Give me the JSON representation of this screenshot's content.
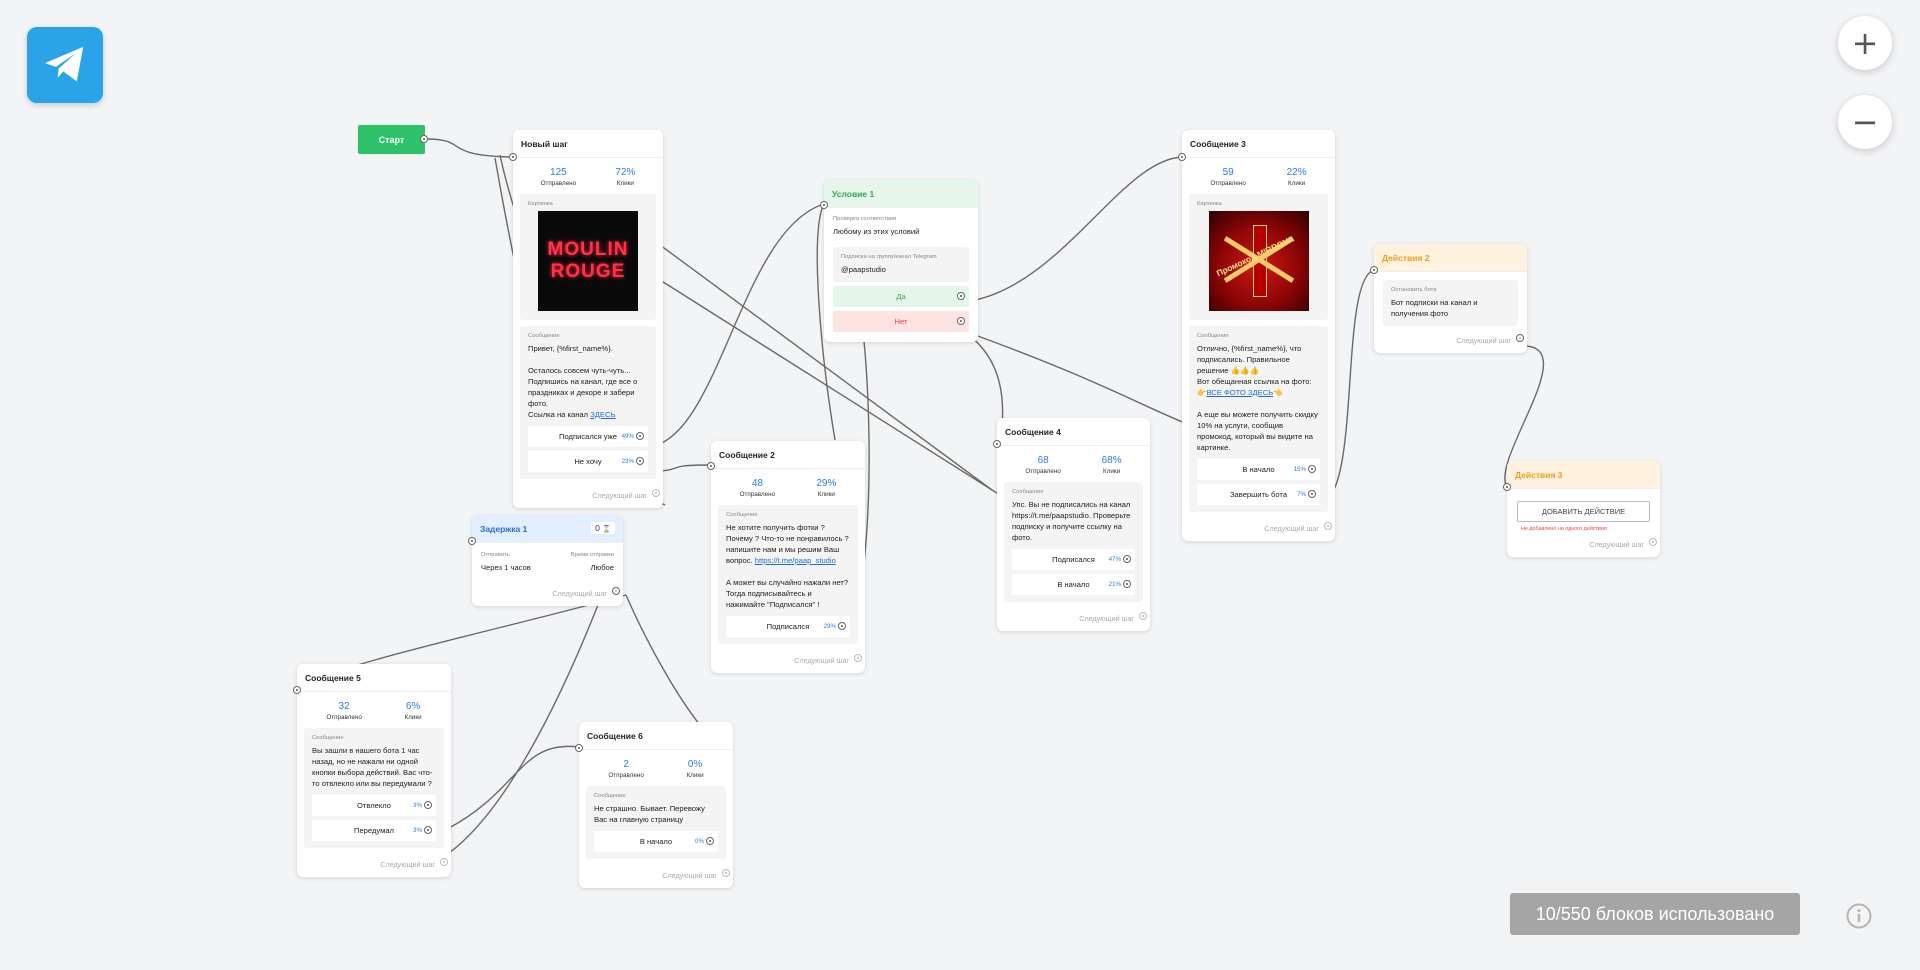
{
  "usage_text": "10/550 блоков использовано",
  "start": {
    "label": "Старт"
  },
  "common": {
    "sent": "Отправлено",
    "clicks": "Клики",
    "message": "Сообщение",
    "picture": "Картинка",
    "next_step": "Следующий шаг"
  },
  "icons": {
    "app": "telegram-icon",
    "zoom_in": "plus-icon",
    "zoom_out": "minus-icon",
    "info": "info-icon",
    "delay": "hourglass-icon"
  },
  "colors": {
    "accent": "#2d7de0",
    "telegram": "#2aa3e8",
    "start": "#2ec26b",
    "condition_head": "#2fa94a",
    "delay_head": "#2670d8",
    "action_head": "#ef9c1a",
    "no": "#e14444"
  },
  "nodes": {
    "new_step": {
      "title": "Новый шаг",
      "sent": "125",
      "clicks": "72%",
      "image_text": [
        "MOULIN",
        "ROUGE"
      ],
      "message_lines": [
        "Привет, {%first_name%}.",
        "",
        "Осталось совсем чуть-чуть...",
        "Подпишись на канал, где все о праздниках и декоре и забери фото."
      ],
      "message_link_prefix": "Ссылка на канал ",
      "message_link": "ЗДЕСЬ",
      "buttons": [
        {
          "label": "Подписался уже",
          "pct": "49%"
        },
        {
          "label": "Не хочу",
          "pct": "23%"
        }
      ]
    },
    "delay1": {
      "title": "Задержка 1",
      "badge": "0",
      "send_label": "Отправить",
      "send_value": "Через 1 часов",
      "time_label": "Время отправки",
      "time_value": "Любое"
    },
    "condition1": {
      "title": "Условие 1",
      "check_label": "Проверка соответствия",
      "check_value": "Любому из этих условий",
      "sub_label": "Подписка на группу/канал Telegram",
      "sub_value": "@paapstudio",
      "yes": "Да",
      "no": "Нет"
    },
    "msg2": {
      "title": "Сообщение 2",
      "sent": "48",
      "clicks": "29%",
      "message_p1": "Не хотите получить фотки ? Почему ? Что-то не понравилось ? напишите нам и мы решим Ваш вопрос. ",
      "message_link": "https://t.me/paap_studio",
      "message_p2": "А может вы случайно нажали нет? Тогда подписывайтесь и нажимайте \"Подписался\" !",
      "buttons": [
        {
          "label": "Подписался",
          "pct": "29%"
        }
      ]
    },
    "msg3": {
      "title": "Сообщение 3",
      "sent": "59",
      "clicks": "22%",
      "image_text": "Промокод MIRROVA",
      "message_p1": "Отлично, {%first_name%}, что подписались. Правильное решение 👍👍👍",
      "message_p2_prefix": "Вот обещанная ссылка на фото:",
      "message_link": "ВСЕ ФОТО ЗДЕСЬ",
      "message_p3": "А еще вы можете получить скидку 10% на услуги, сообщив промокод, который вы видите на картинке.",
      "buttons": [
        {
          "label": "В начало",
          "pct": "15%"
        },
        {
          "label": "Завершить бота",
          "pct": "7%"
        }
      ]
    },
    "msg4": {
      "title": "Сообщение 4",
      "sent": "68",
      "clicks": "68%",
      "message": "Упс. Вы не подписались на канал https://t.me/paapstudio. Проверьте подписку и получите ссылку на фото.",
      "buttons": [
        {
          "label": "Подписался",
          "pct": "47%"
        },
        {
          "label": "В начало",
          "pct": "21%"
        }
      ]
    },
    "msg5": {
      "title": "Сообщение 5",
      "sent": "32",
      "clicks": "6%",
      "message": "Вы зашли в нашего бота 1 час назад, но не нажали ни одной кнопки выбора действий. Вас что-то отвлекло или вы передумали ?",
      "buttons": [
        {
          "label": "Отвлекло",
          "pct": "3%"
        },
        {
          "label": "Передумал",
          "pct": "3%"
        }
      ]
    },
    "msg6": {
      "title": "Сообщение 6",
      "sent": "2",
      "clicks": "0%",
      "message": "Не страшно. Бывает. Перевожу Вас на главную страницу",
      "buttons": [
        {
          "label": "В начало",
          "pct": "0%"
        }
      ]
    },
    "action2": {
      "title": "Действия 2",
      "label": "Остановить бота",
      "value": "Бот подписки на канал и получения фото"
    },
    "action3": {
      "title": "Действия 3",
      "add_label": "ДОБАВИТЬ ДЕЙСТВИЕ",
      "warning": "Не добавлено ни одного действия"
    }
  }
}
